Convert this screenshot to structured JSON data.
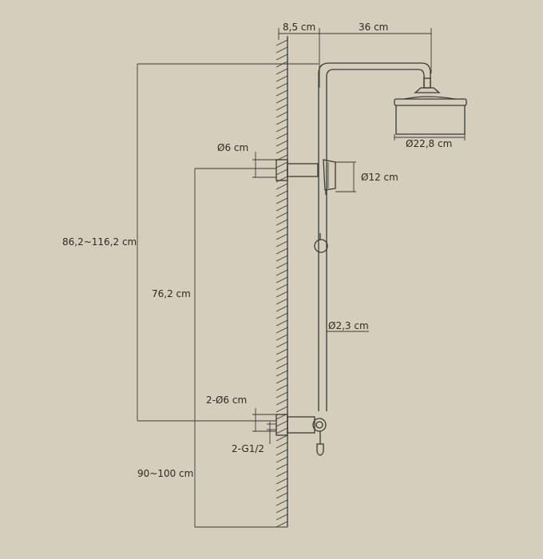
{
  "diagram": {
    "colors": {
      "background": "#d6cebc",
      "line": "#3a3935",
      "text": "#2b2a27"
    },
    "labels": {
      "wall_offset": "8,5 cm",
      "arm_length": "36 cm",
      "head_diameter": "Ø22,8 cm",
      "top_inlet_diameter": "Ø6 cm",
      "handshower_diameter": "Ø12 cm",
      "total_height": "86,2~116,2 cm",
      "bracket_distance": "76,2 cm",
      "pipe_diameter": "Ø2,3 cm",
      "bottom_inlet_diameter": "2-Ø6 cm",
      "thread": "2-G1/2",
      "mount_height": "90~100 cm"
    }
  }
}
